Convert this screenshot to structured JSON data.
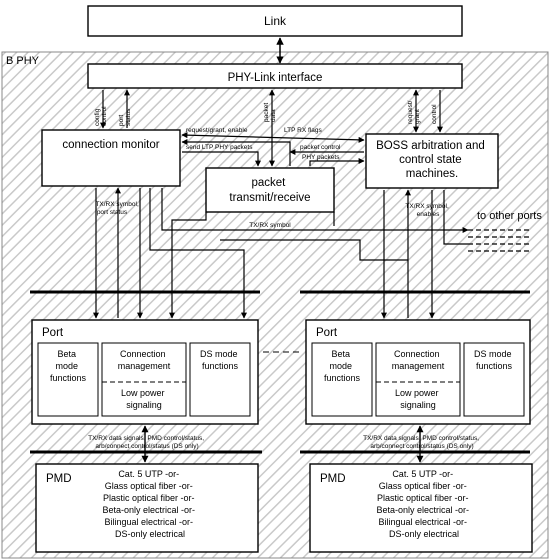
{
  "link": "Link",
  "region": "B PHY",
  "phy_link": "PHY-Link interface",
  "conn_monitor": "connection monitor",
  "boss": [
    "BOSS arbitration and",
    "control state",
    "machines."
  ],
  "packet_tr": [
    "packet",
    "transmit/receive"
  ],
  "other_ports": "to other ports",
  "signals": {
    "config_control": [
      "config",
      "control"
    ],
    "port_status": [
      "port",
      "status"
    ],
    "packet_data": [
      "packet",
      "data"
    ],
    "request_grant": [
      "request/",
      "grant"
    ],
    "control": "control",
    "request_grant_enable": "request/grant, enable",
    "ltp_rx_flags": "LTP RX flags",
    "send_ltp": "send LTP PHY packets",
    "packet_control": "packet control",
    "phy_packets": "PHY packets",
    "txrx_symbol_port_status": [
      "TX/RX symbol,",
      "port status"
    ],
    "txrx_symbol": "TX/RX symbol",
    "txrx_symbol_enables": [
      "TX/RX symbol,",
      "enables"
    ],
    "pmd_signals": [
      "TX/RX data signals, PMD control/status,",
      "arb/connect control/status (DS only)"
    ]
  },
  "port": {
    "title": "Port",
    "beta": [
      "Beta",
      "mode",
      "functions"
    ],
    "conn_mgmt": [
      "Connection",
      "management"
    ],
    "low_power": [
      "Low power",
      "signaling"
    ],
    "ds": [
      "DS mode",
      "functions"
    ]
  },
  "pmd": {
    "title": "PMD",
    "lines": [
      "Cat. 5 UTP -or-",
      "Glass optical fiber -or-",
      "Plastic optical fiber -or-",
      "Beta-only electrical -or-",
      "Bilingual electrical -or-",
      "DS-only electrical"
    ]
  }
}
